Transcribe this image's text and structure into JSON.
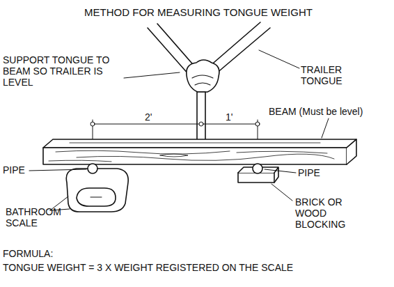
{
  "diagram": {
    "title": "METHOD FOR MEASURING TONGUE WEIGHT",
    "labels": [
      "SUPPORT TONGUE TO BEAM SO TRAILER IS LEVEL",
      "TRAILER TONGUE",
      "2'",
      "1'",
      "BEAM (Must be level)",
      "PIPE",
      "PIPE",
      "BATHROOM SCALE",
      "BRICK OR WOOD BLOCKING",
      "FORMULA:",
      "TONGUE WEIGHT = 3 X WEIGHT REGISTERED ON THE SCALE"
    ]
  }
}
